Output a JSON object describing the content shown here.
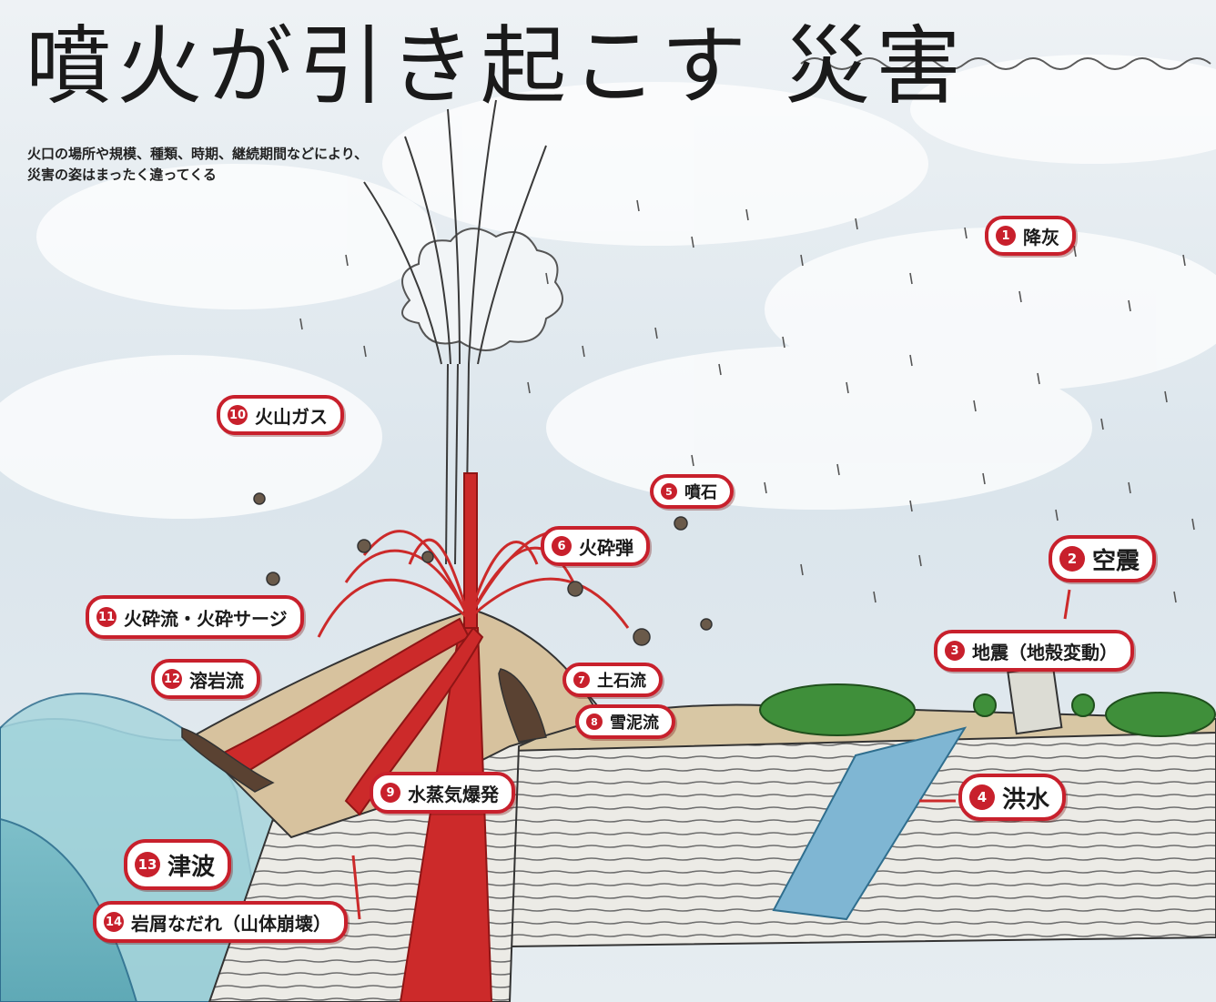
{
  "title": "噴火が引き起こす 災害",
  "subtitle": {
    "line1": "火口の場所や規模、種類、時期、継続期間などにより、",
    "line2": "災害の姿はまったく違ってくる"
  },
  "hazards": [
    {
      "num": "1",
      "label": "降灰"
    },
    {
      "num": "2",
      "label": "空震"
    },
    {
      "num": "3",
      "label": "地震（地殻変動）"
    },
    {
      "num": "4",
      "label": "洪水"
    },
    {
      "num": "5",
      "label": "噴石"
    },
    {
      "num": "6",
      "label": "火砕弾"
    },
    {
      "num": "7",
      "label": "土石流"
    },
    {
      "num": "8",
      "label": "雪泥流"
    },
    {
      "num": "9",
      "label": "水蒸気爆発"
    },
    {
      "num": "10",
      "label": "火山ガス"
    },
    {
      "num": "11",
      "label": "火砕流・火砕サージ"
    },
    {
      "num": "12",
      "label": "溶岩流"
    },
    {
      "num": "13",
      "label": "津波"
    },
    {
      "num": "14",
      "label": "岩屑なだれ（山体崩壊）"
    }
  ],
  "colors": {
    "accent_red": "#c8202c",
    "lava": "#cc2a2a",
    "sky": "#d9e4ec",
    "sea": "#7fc0cc",
    "ground": "#d8c7a4",
    "trees": "#3f8f3a"
  }
}
